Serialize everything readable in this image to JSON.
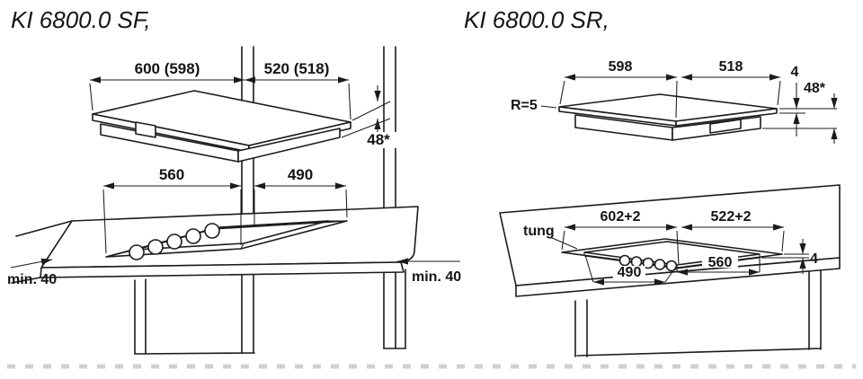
{
  "diagrams": {
    "left": {
      "title": "KI 6800.0 SF,",
      "dims": {
        "top_width": "600 (598)",
        "top_depth": "520 (518)",
        "height": "48*",
        "cutout_width": "560",
        "cutout_depth": "490",
        "min_left": "min. 40",
        "min_right": "min. 40"
      }
    },
    "right": {
      "title": "KI 6800.0 SR,",
      "dims": {
        "top_width": "598",
        "top_depth": "518",
        "glass_thickness": "4",
        "height": "48*",
        "corner_radius": "R=5",
        "seal_label": "tung",
        "cutout_width": "602+2",
        "cutout_depth": "522+2",
        "rebate_depth": "4",
        "inner_depth": "490",
        "inner_width": "560"
      }
    }
  }
}
